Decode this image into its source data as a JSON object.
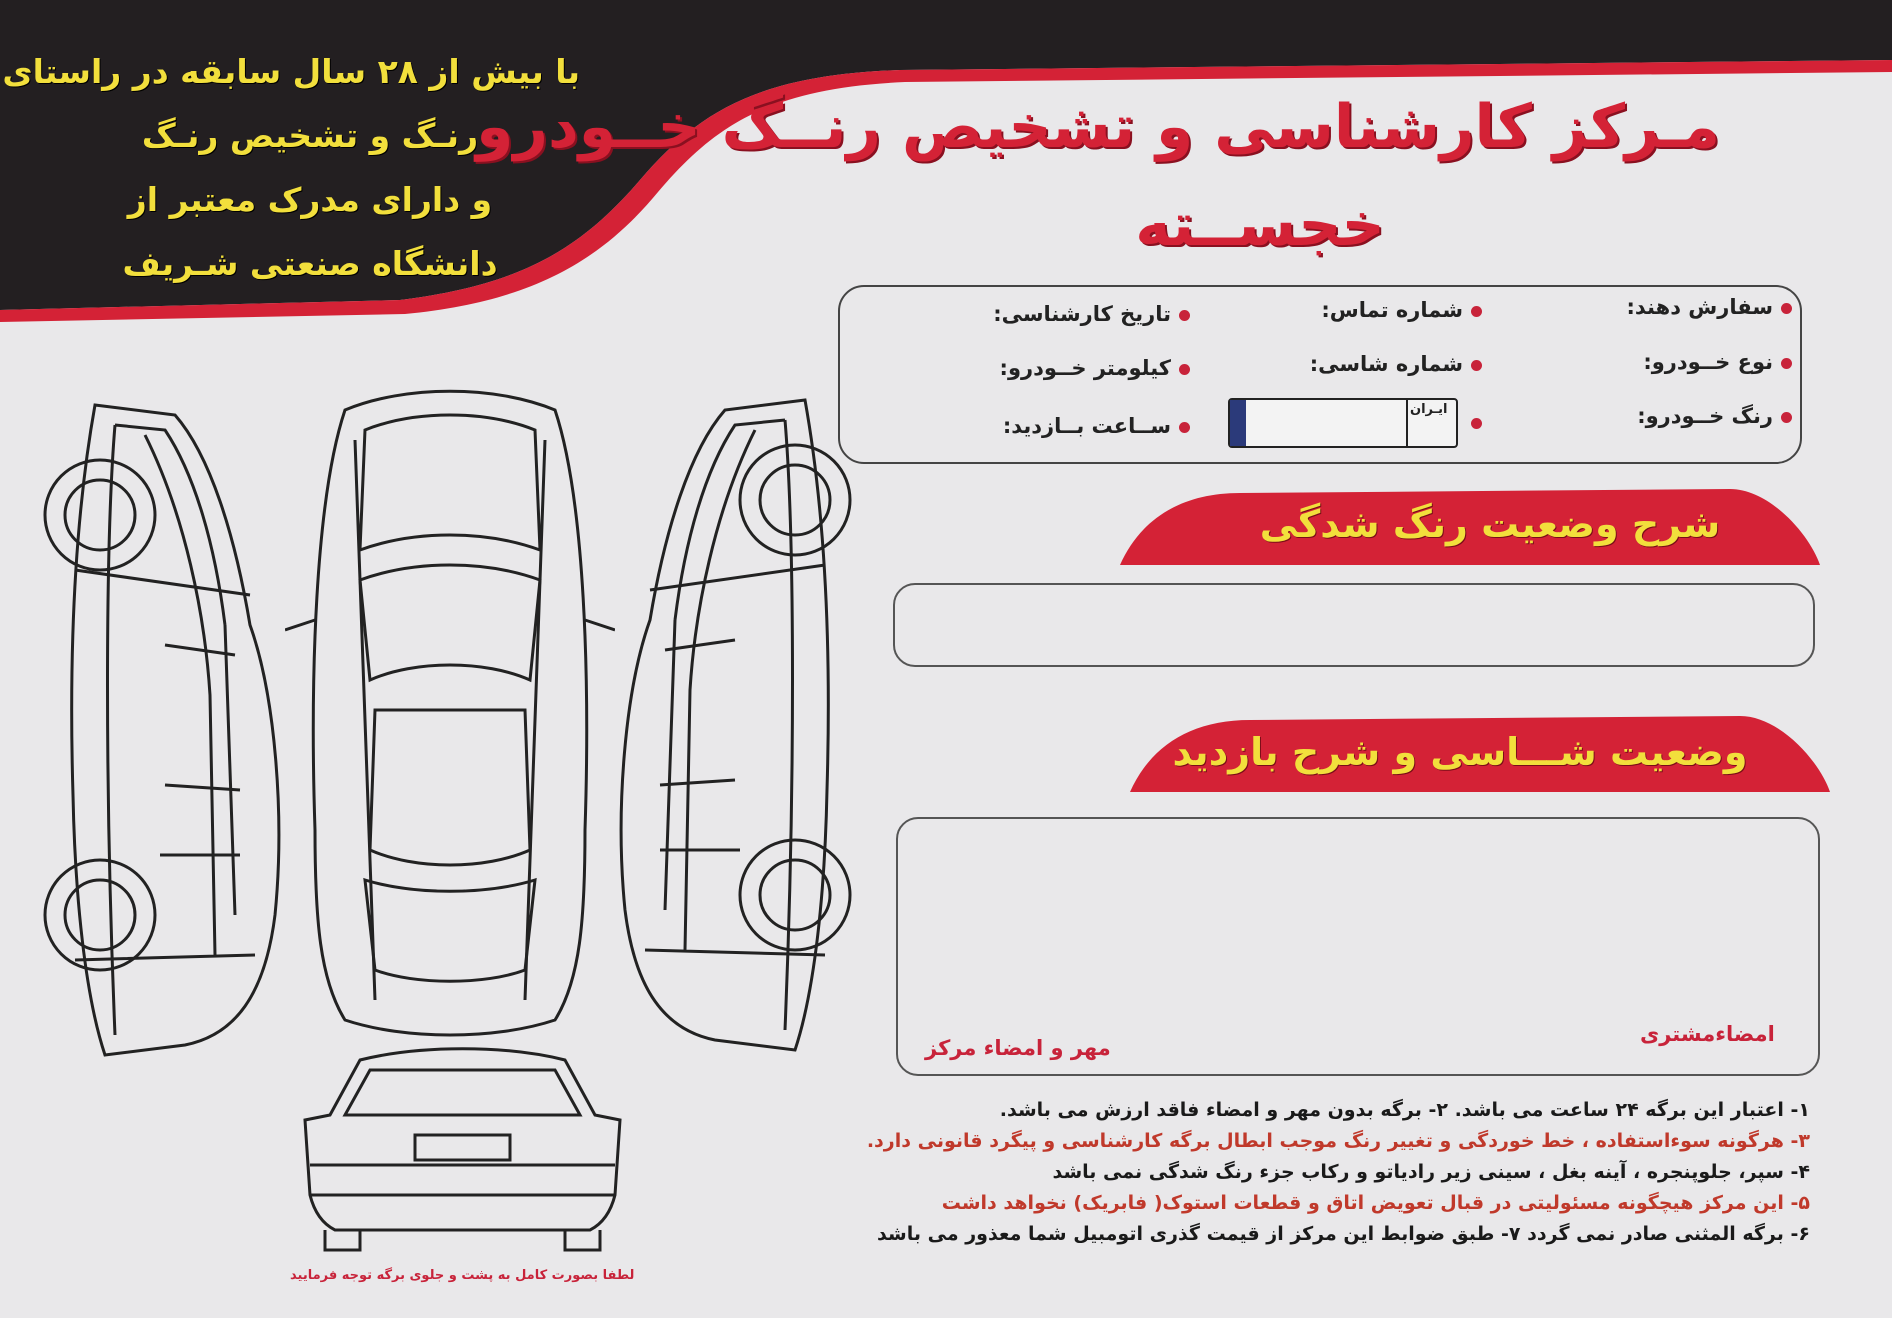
{
  "colors": {
    "brand_red": "#d42236",
    "yellow": "#f2df3c",
    "dark": "#231f21",
    "paper": "#e9e8ea"
  },
  "header": {
    "slogan_lines": [
      "با بیش از ۲۸ سال سابقه در راستای",
      "رنـگ و تشخیص رنـگ",
      "و دارای مدرک معتبر از",
      "دانشگاه صنعتی شـریف"
    ],
    "title_line1": "مـرکز کارشناسی و تشخیص رنــگ خــودرو",
    "title_line2": "خجســته"
  },
  "form": {
    "customer": "سفارش دهند:",
    "contact": "شماره تماس:",
    "date": "تاریخ کارشناسی:",
    "car_type": "نوع خــودرو:",
    "chassis": "شماره شاسی:",
    "km": "کیلومتر خــودرو:",
    "car_color": "رنگ خــودرو:",
    "visit_time": "ســاعت بــازدید:",
    "plate_label": "ایـران"
  },
  "sections": {
    "paint": "شرح وضعیت رنگ شدگی",
    "chassis": "وضعیت شـــاسی و شرح بازدید"
  },
  "signatures": {
    "customer": "امضاءمشتری",
    "center": "مهر و امضاء مرکز"
  },
  "notes": {
    "l1": "۱- اعتبار این برگه ۲۴ ساعت می باشد.          ۲- برگه بدون مهر و امضاء فاقد ارزش می باشد.",
    "l2": "۳- هرگونه سوءاستفاده ، خط خوردگی و تغییر رنگ موجب ابطال برگه کارشناسی و پیگرد قانونی دارد.",
    "l3": "۴- سپر، جلوپنجره ، آینه بغل ، سینی زیر رادیاتو   و رکاب جزء رنگ شدگی نمی باشد",
    "l4": "۵- این مرکز هیچگونه مسئولیتی در قبال تعویض اتاق و قطعات استوک( فابریک) نخواهد داشت",
    "l5": "۶- برگه المثنی صادر نمی گردد   ۷- طبق ضوابط این مرکز از قیمت گذری اتومبیل شما معذور می باشد",
    "footer_notice": "لطفا بصورت کامل به پشت و جلوی برگه توجه فرمایید"
  }
}
